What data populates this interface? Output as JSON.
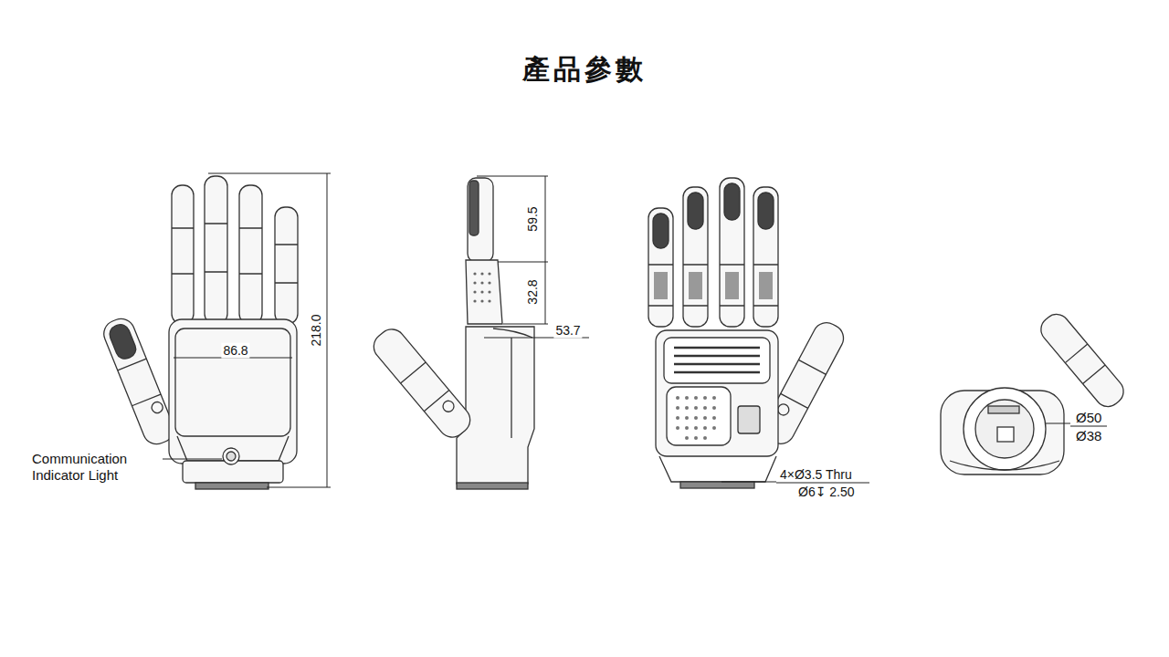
{
  "diagram": {
    "title": "產品參數",
    "labels": [
      "86.8",
      "218.0",
      "Communication Indicator Light",
      "59.5",
      "32.8",
      "53.7",
      "4×Ø3.5 Thru",
      "Ø6↧ 2.50",
      "Ø50",
      "Ø38"
    ]
  }
}
